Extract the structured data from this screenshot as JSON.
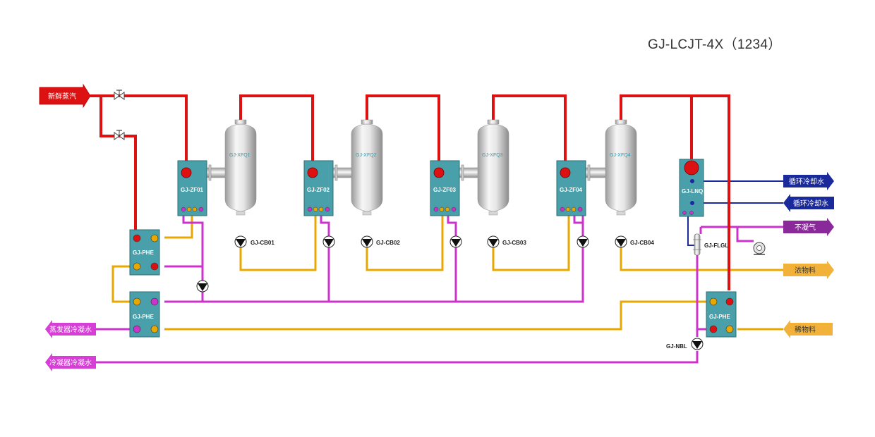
{
  "title": "GJ-LCJT-4X（1234）",
  "colors": {
    "steam": "#dd1111",
    "condensate": "#cc33cc",
    "material": "#e8a800",
    "cooling": "#1a2a9a",
    "gas": "#8a2a9a",
    "equipment": "#4aa0aa"
  },
  "streams": {
    "fresh_steam": "新鲜蒸汽",
    "cooling_water_in": "循环冷却水",
    "cooling_water_out": "循环冷却水",
    "non_condensable_gas": "不凝气",
    "concentrate": "浓物料",
    "dilute_material": "稀物料",
    "evaporator_condensate": "蒸发器冷凝水",
    "condenser_condensate": "冷凝器冷凝水"
  },
  "equipment": {
    "zf01": "GJ-ZF01",
    "zf02": "GJ-ZF02",
    "zf03": "GJ-ZF03",
    "zf04": "GJ-ZF04",
    "xfq1": "GJ-XFQ1",
    "xfq2": "GJ-XFQ2",
    "xfq3": "GJ-XFQ3",
    "xfq4": "GJ-XFQ4",
    "lnq": "GJ-LNQ",
    "phe_top": "GJ-PHE",
    "phe_bottom": "GJ-PHE",
    "phe_right": "GJ-PHE",
    "flgl": "GJ-FLGL",
    "nbl": "GJ-NBL"
  },
  "pumps": {
    "cb01": "GJ-CB01",
    "cb02": "GJ-CB02",
    "cb03": "GJ-CB03",
    "cb04": "GJ-CB04"
  }
}
